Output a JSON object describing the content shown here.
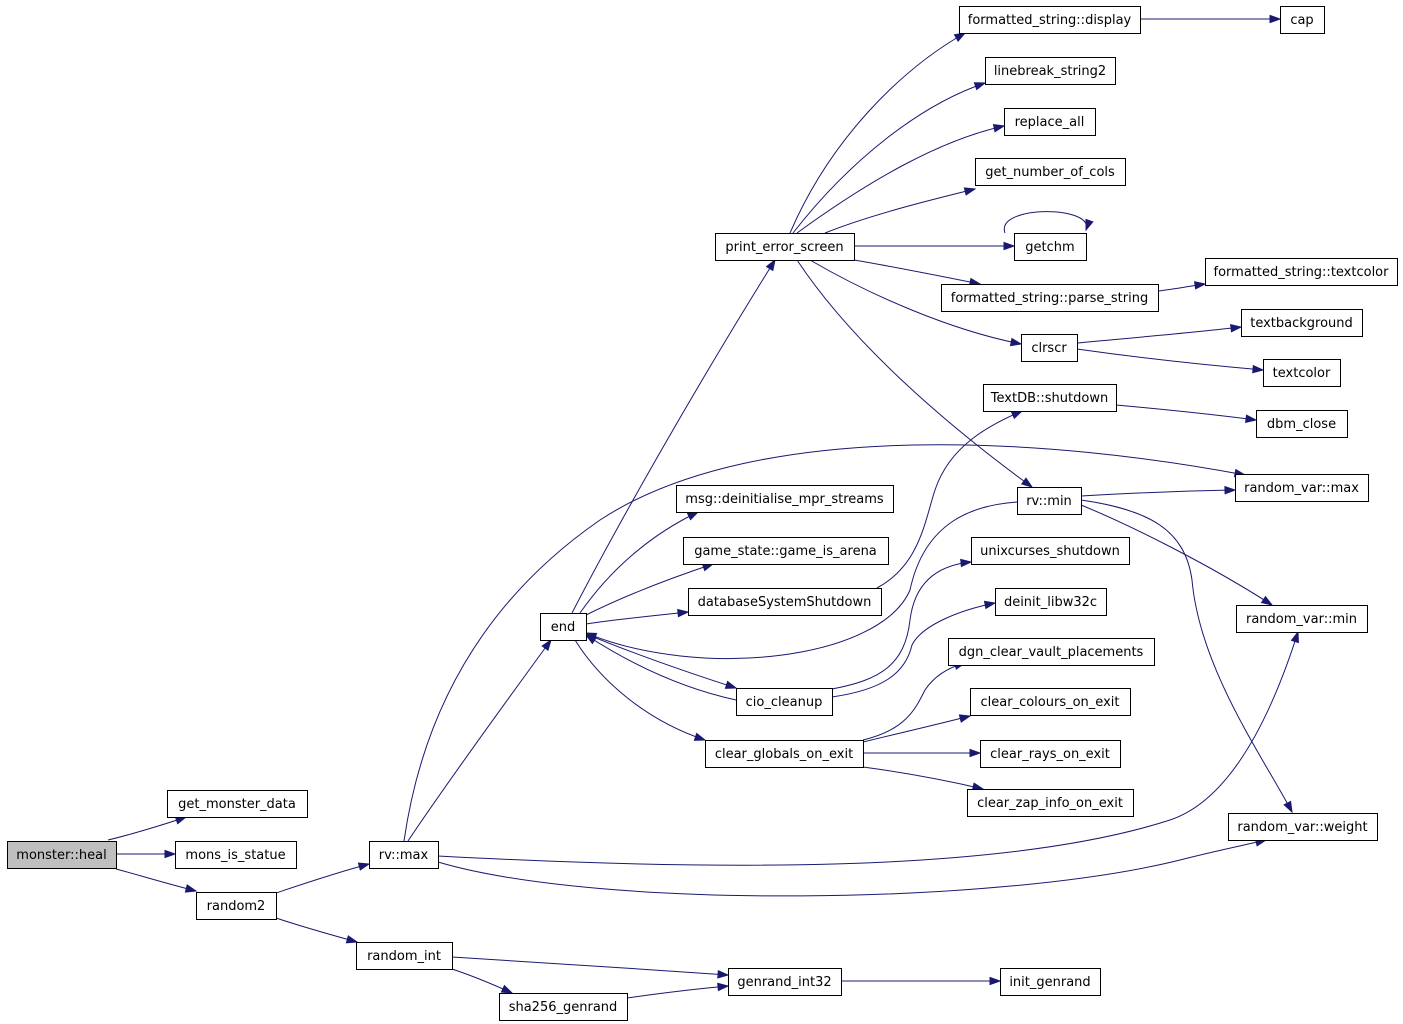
{
  "graph": {
    "root": "monster::heal",
    "nodes": {
      "monster_heal": "monster::heal",
      "get_monster_data": "get_monster_data",
      "mons_is_statue": "mons_is_statue",
      "random2": "random2",
      "rv_max": "rv::max",
      "random_int": "random_int",
      "sha256_genrand": "sha256_genrand",
      "genrand_int32": "genrand_int32",
      "init_genrand": "init_genrand",
      "end": "end",
      "print_error_screen": "print_error_screen",
      "msg_deinit": "msg::deinitialise_mpr_streams",
      "game_is_arena": "game_state::game_is_arena",
      "db_shutdown": "databaseSystemShutdown",
      "cio_cleanup": "cio_cleanup",
      "clear_globals": "clear_globals_on_exit",
      "fs_display": "formatted_string::display",
      "cap": "cap",
      "linebreak": "linebreak_string2",
      "replace_all": "replace_all",
      "get_number_of_cols": "get_number_of_cols",
      "getchm": "getchm",
      "fs_parse": "formatted_string::parse_string",
      "fs_textcolor": "formatted_string::textcolor",
      "clrscr": "clrscr",
      "textbackground": "textbackground",
      "textcolor": "textcolor",
      "textdb_shutdown": "TextDB::shutdown",
      "dbm_close": "dbm_close",
      "rv_min": "rv::min",
      "randvar_max": "random_var::max",
      "unixcurses": "unixcurses_shutdown",
      "deinit_libw32c": "deinit_libw32c",
      "randvar_min": "random_var::min",
      "dgn_clear": "dgn_clear_vault_placements",
      "clear_colours": "clear_colours_on_exit",
      "clear_rays": "clear_rays_on_exit",
      "clear_zap": "clear_zap_info_on_exit",
      "randvar_weight": "random_var::weight"
    }
  }
}
